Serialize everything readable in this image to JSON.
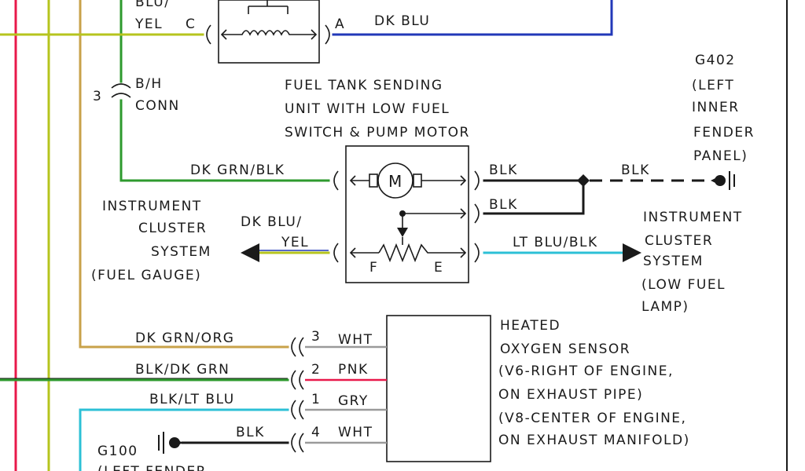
{
  "colors": {
    "red": "#e8194a",
    "yellow_green": "#b6c41e",
    "green": "#2e9a2e",
    "tan": "#c8a24a",
    "blue": "#2238b8",
    "cyan": "#2cc0d6",
    "pink": "#e8194a",
    "gray": "#9a9a9a",
    "black": "#1a1a1a",
    "border": "#1a1a1a"
  },
  "icons": [
    "motor-symbol",
    "resistor-symbol",
    "ground-symbol",
    "arrow-symbol",
    "connector-symbol",
    "splice-dot"
  ],
  "top": {
    "wire_partial": "BLU/",
    "wire_left_color": "YEL",
    "pin_c": "C",
    "pin_a": "A",
    "wire_right": "DK BLU"
  },
  "connector": {
    "pin": "3",
    "label_line1": "B/H",
    "label_line2": "CONN"
  },
  "fuel_tank": {
    "title_line1": "FUEL TANK SENDING",
    "title_line2": "UNIT WITH LOW FUEL",
    "title_line3": "SWITCH & PUMP MOTOR",
    "motor_label": "M",
    "pin_f": "F",
    "pin_e": "E",
    "wire_in_top": "DK GRN/BLK",
    "wire_in_bottom_line1": "DK BLU/",
    "wire_in_bottom_line2": "YEL",
    "wire_out_1": "BLK",
    "wire_out_2": "BLK",
    "wire_out_3": "LT BLU/BLK",
    "wire_to_ground": "BLK"
  },
  "ground_g402": {
    "id": "G402",
    "line1": "(LEFT",
    "line2": "INNER",
    "line3": "FENDER",
    "line4": "PANEL)"
  },
  "cluster_left": {
    "line1": "INSTRUMENT",
    "line2": "CLUSTER",
    "line3": "SYSTEM",
    "line4": "(FUEL GAUGE)"
  },
  "cluster_right": {
    "line1": "INSTRUMENT",
    "line2": "CLUSTER",
    "line3": "SYSTEM",
    "line4": "(LOW FUEL",
    "line5": "LAMP)"
  },
  "oxygen_sensor": {
    "line1": "HEATED",
    "line2": "OXYGEN SENSOR",
    "line3": "(V6-RIGHT OF ENGINE,",
    "line4": "ON EXHAUST PIPE)",
    "line5": "(V8-CENTER OF ENGINE,",
    "line6": "ON EXHAUST MANIFOLD)",
    "pins": [
      {
        "wire": "DK GRN/ORG",
        "num": "3",
        "color": "WHT"
      },
      {
        "wire": "BLK/DK GRN",
        "num": "2",
        "color": "PNK"
      },
      {
        "wire": "BLK/LT BLU",
        "num": "1",
        "color": "GRY"
      },
      {
        "wire": "BLK",
        "num": "4",
        "color": "WHT"
      }
    ]
  },
  "ground_g100": {
    "id": "G100",
    "line1": "(LEFT FENDER"
  }
}
